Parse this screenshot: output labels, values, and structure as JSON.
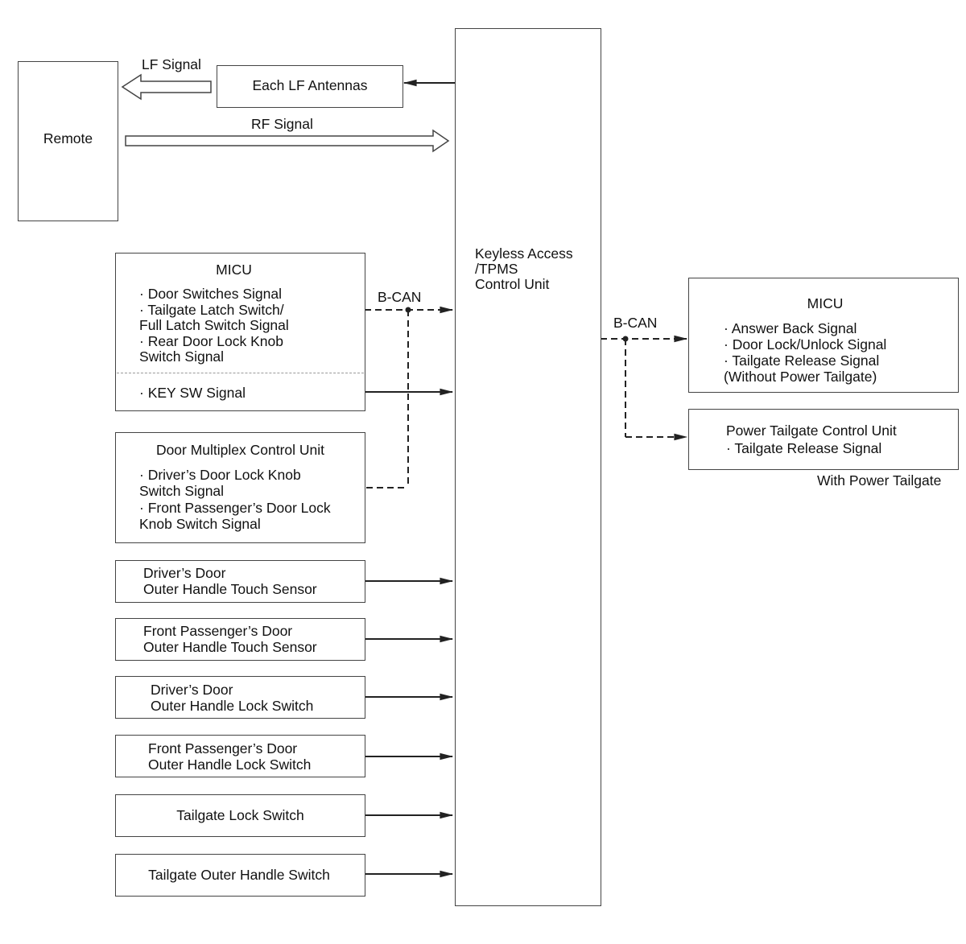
{
  "remote": {
    "label": "Remote"
  },
  "lf_antennas": {
    "label": "Each LF Antennas"
  },
  "signals": {
    "lf": "LF Signal",
    "rf": "RF Signal"
  },
  "control_unit": {
    "lines": [
      "Keyless Access",
      "/TPMS",
      "Control Unit"
    ]
  },
  "micu_left": {
    "title": "MICU",
    "lines": [
      "· Door Switches Signal",
      "· Tailgate Latch Switch/",
      "Full Latch Switch Signal",
      "· Rear Door Lock Knob",
      "Switch Signal"
    ],
    "key_sw": "· KEY SW Signal"
  },
  "bcan_left": "B-CAN",
  "door_multiplex": {
    "title": "Door Multiplex Control Unit",
    "lines": [
      "· Driver’s Door Lock Knob",
      "Switch Signal",
      "· Front Passenger’s Door Lock",
      "Knob Switch Signal"
    ]
  },
  "sensors": [
    {
      "lines": [
        "Driver’s Door",
        "Outer Handle Touch Sensor"
      ]
    },
    {
      "lines": [
        "Front Passenger’s Door",
        "Outer Handle Touch Sensor"
      ]
    },
    {
      "lines": [
        "Driver’s Door",
        "Outer Handle Lock Switch"
      ]
    },
    {
      "lines": [
        "Front Passenger’s Door",
        "Outer Handle Lock Switch"
      ]
    },
    {
      "lines": [
        "Tailgate Lock Switch"
      ]
    },
    {
      "lines": [
        "Tailgate Outer Handle Switch"
      ]
    }
  ],
  "bcan_right": "B-CAN",
  "micu_right": {
    "title": "MICU",
    "lines": [
      "· Answer Back Signal",
      "· Door Lock/Unlock Signal",
      "· Tailgate Release Signal",
      "(Without Power Tailgate)"
    ]
  },
  "power_tailgate": {
    "title": "Power Tailgate Control Unit",
    "line": "· Tailgate Release Signal",
    "note": "With Power Tailgate"
  },
  "colors": {
    "line": "#222222",
    "box_border": "#444444",
    "divider": "#999999"
  }
}
